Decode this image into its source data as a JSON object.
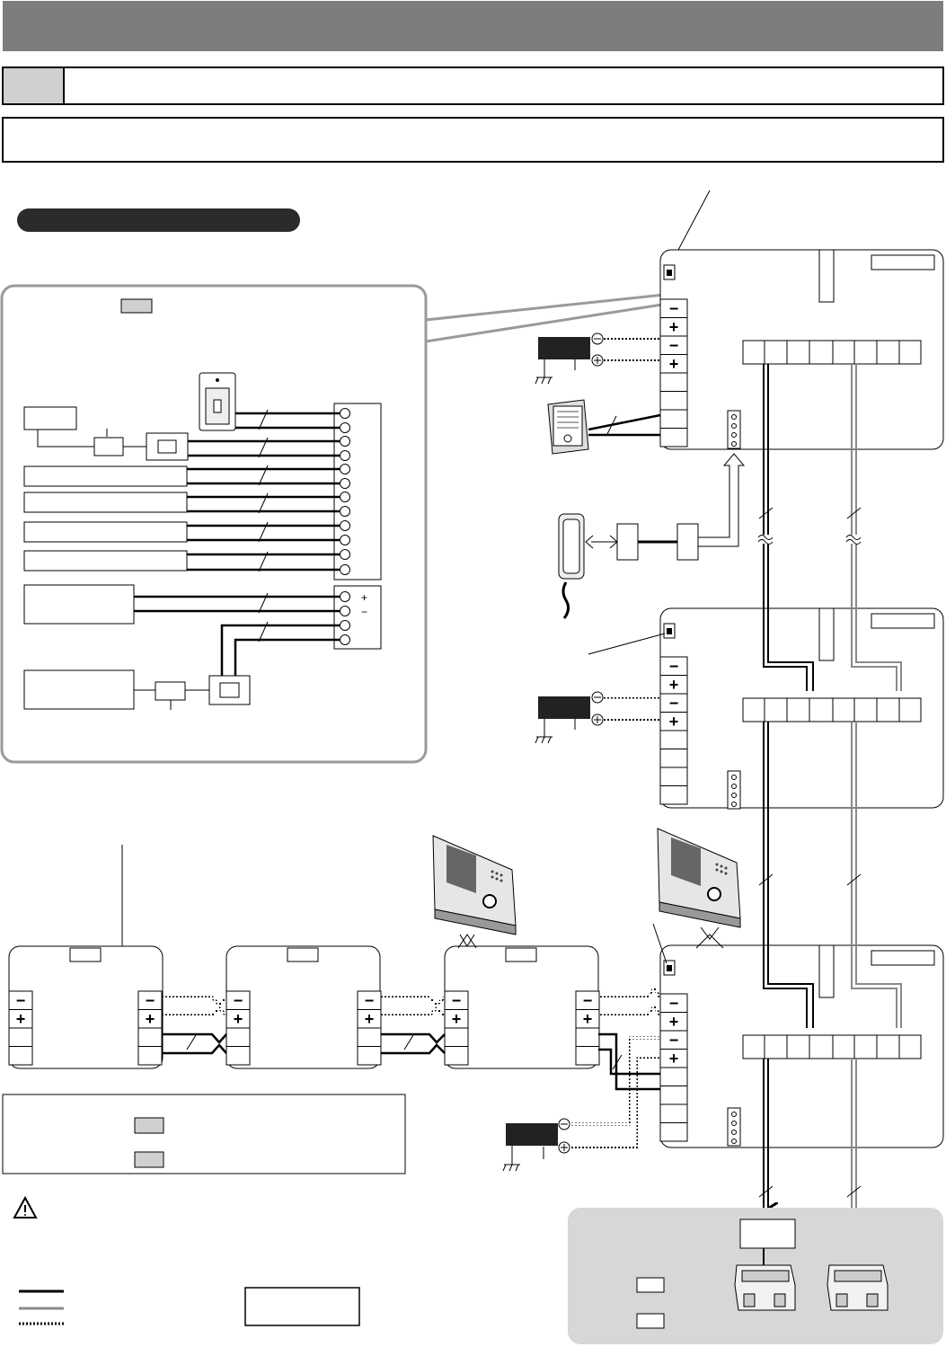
{
  "page": {
    "header_text": "",
    "section_number": "",
    "section_title": "",
    "subheading": "",
    "pill_title": ""
  },
  "terminal_symbols": {
    "minus": "−",
    "plus": "+",
    "label_plus": "+",
    "label_minus": "−"
  },
  "colors": {
    "header_bg": "#7d7d7d",
    "wire_black": "#000000",
    "wire_gray": "#8a8a8a",
    "box_gray": "#d0d0d0",
    "panel_bg": "#d7d7d7",
    "pill_bg": "#2b2b2b"
  },
  "legend": {
    "line_styles": [
      "solid-black",
      "solid-gray",
      "dotted-black"
    ]
  },
  "icons": [
    "warning-icon",
    "ground-icon",
    "power-supply-icon",
    "door-station-icon",
    "monitor-station-icon",
    "handset-icon",
    "adaptor-icon"
  ]
}
